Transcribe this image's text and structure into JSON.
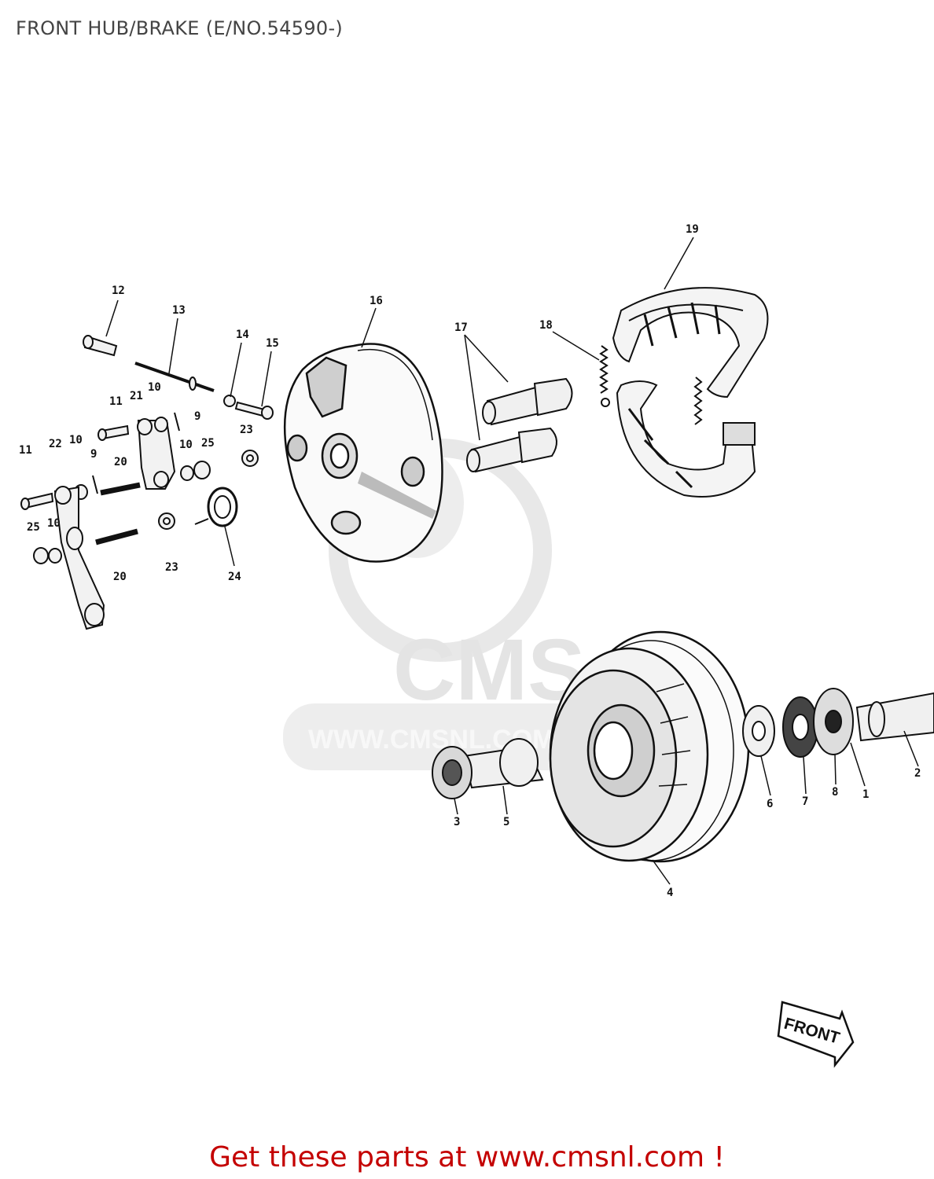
{
  "header": {
    "title": "FRONT HUB/BRAKE (E/NO.54590-)"
  },
  "footer": {
    "text": "Get these parts at www.cmsnl.com !"
  },
  "watermark": {
    "brand": "CMS",
    "url": "WWW.CMSNL.COM",
    "color": "#dddddd"
  },
  "front_arrow": {
    "text": "FRONT"
  },
  "callouts": {
    "c1": "1",
    "c2": "2",
    "c3": "3",
    "c4": "4",
    "c5": "5",
    "c6": "6",
    "c7": "7",
    "c8": "8",
    "c9a": "9",
    "c9b": "9",
    "c10a": "10",
    "c10b": "10",
    "c10c": "10",
    "c10d": "10",
    "c11a": "11",
    "c11b": "11",
    "c12": "12",
    "c13": "13",
    "c14": "14",
    "c15": "15",
    "c16": "16",
    "c17": "17",
    "c18": "18",
    "c19": "19",
    "c20a": "20",
    "c20b": "20",
    "c21": "21",
    "c22": "22",
    "c23a": "23",
    "c23b": "23",
    "c24": "24",
    "c25a": "25",
    "c25b": "25"
  },
  "colors": {
    "footer_text": "#c40000",
    "title_text": "#444444",
    "line_art": "#111111"
  }
}
